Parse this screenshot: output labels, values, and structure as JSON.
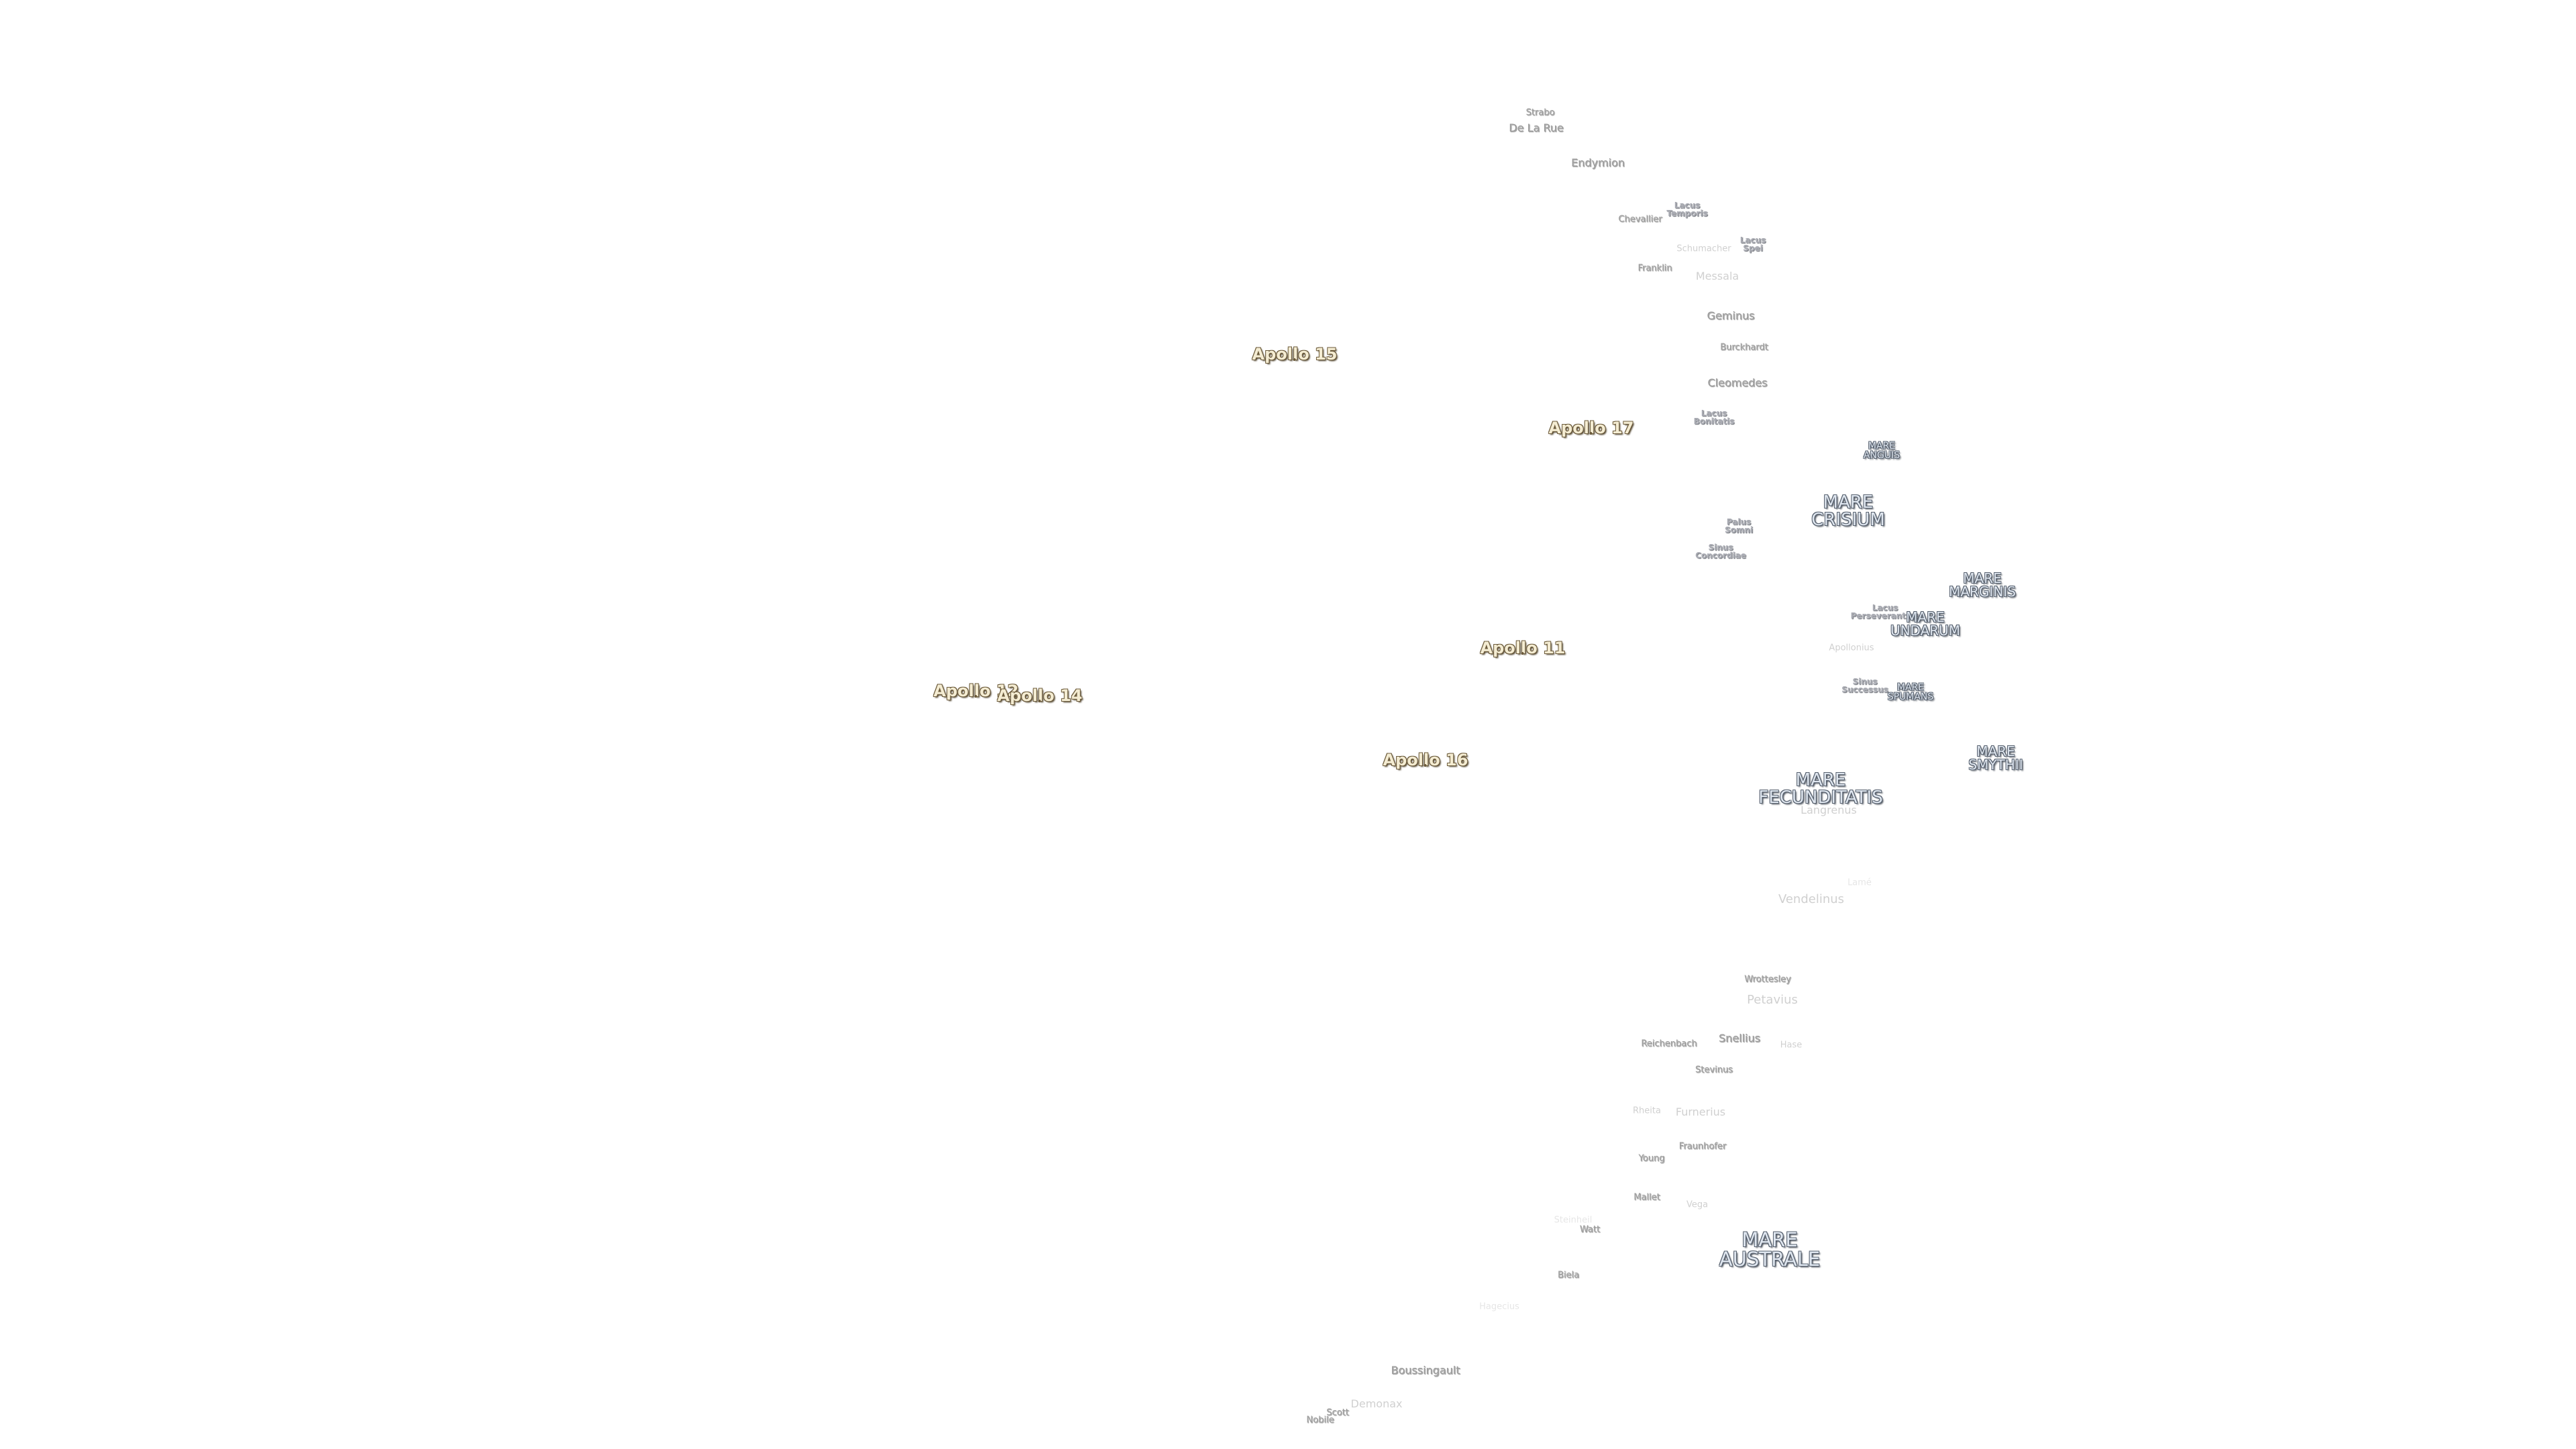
{
  "map": {
    "features": [
      {
        "name": "Strabo",
        "kind": "crater s"
      },
      {
        "name": "De La Rue",
        "kind": "crater"
      },
      {
        "name": "Endymion",
        "kind": "crater"
      },
      {
        "name": "Lacus\nTemporis",
        "kind": "lacus"
      },
      {
        "name": "Chevallier",
        "kind": "crater s"
      },
      {
        "name": "Lacus\nSpei",
        "kind": "lacus"
      },
      {
        "name": "Schumacher",
        "kind": "crater s dim"
      },
      {
        "name": "Franklin",
        "kind": "crater s"
      },
      {
        "name": "Messala",
        "kind": "crater dim"
      },
      {
        "name": "Geminus",
        "kind": "crater"
      },
      {
        "name": "Burckhardt",
        "kind": "crater s"
      },
      {
        "name": "Cleomedes",
        "kind": "crater"
      },
      {
        "name": "Lacus\nBonitatis",
        "kind": "lacus"
      },
      {
        "name": "MARE\nANGUIS",
        "kind": "mare s"
      },
      {
        "name": "MARE\nCRISIUM",
        "kind": "mare"
      },
      {
        "name": "Palus\nSomni",
        "kind": "lacus"
      },
      {
        "name": "Sinus\nConcordiae",
        "kind": "lacus"
      },
      {
        "name": "MARE\nMARGINIS",
        "kind": "mare m"
      },
      {
        "name": "Lacus\nPerseverantiae",
        "kind": "lacus"
      },
      {
        "name": "MARE\nUNDARUM",
        "kind": "mare m"
      },
      {
        "name": "Apollonius",
        "kind": "crater s dim"
      },
      {
        "name": "Sinus\nSuccessus",
        "kind": "lacus"
      },
      {
        "name": "MARE\nSPUMANS",
        "kind": "mare s"
      },
      {
        "name": "MARE\nSMYTHII",
        "kind": "mare m"
      },
      {
        "name": "MARE\nFECUNDITATIS",
        "kind": "mare"
      },
      {
        "name": "Langrenus",
        "kind": "crater dim"
      },
      {
        "name": "Lamé",
        "kind": "crater s faint"
      },
      {
        "name": "Vendelinus",
        "kind": "crater l dim"
      },
      {
        "name": "Wrottesley",
        "kind": "crater s"
      },
      {
        "name": "Petavius",
        "kind": "crater l dim"
      },
      {
        "name": "Reichenbach",
        "kind": "crater s"
      },
      {
        "name": "Snellius",
        "kind": "crater"
      },
      {
        "name": "Hase",
        "kind": "crater s dim"
      },
      {
        "name": "Stevinus",
        "kind": "crater s"
      },
      {
        "name": "Rheita",
        "kind": "crater s dim"
      },
      {
        "name": "Furnerius",
        "kind": "crater dim"
      },
      {
        "name": "Fraunhofer",
        "kind": "crater s"
      },
      {
        "name": "Young",
        "kind": "crater s"
      },
      {
        "name": "Mallet",
        "kind": "crater s"
      },
      {
        "name": "Vega",
        "kind": "crater s dim"
      },
      {
        "name": "Steinheil",
        "kind": "crater s faint"
      },
      {
        "name": "Watt",
        "kind": "crater s"
      },
      {
        "name": "MARE\nAUSTRALE",
        "kind": "mare xl"
      },
      {
        "name": "Biela",
        "kind": "crater s"
      },
      {
        "name": "Hagecius",
        "kind": "crater s faint"
      },
      {
        "name": "Boussingault",
        "kind": "crater"
      },
      {
        "name": "Demonax",
        "kind": "crater dim"
      },
      {
        "name": "Scott",
        "kind": "crater s"
      },
      {
        "name": "Nobile",
        "kind": "crater s"
      },
      {
        "name": "Apollo 15",
        "kind": "apollo"
      },
      {
        "name": "Apollo 17",
        "kind": "apollo"
      },
      {
        "name": "Apollo 11",
        "kind": "apollo"
      },
      {
        "name": "Apollo 12",
        "kind": "apollo"
      },
      {
        "name": "Apollo 14",
        "kind": "apollo"
      },
      {
        "name": "Apollo 16",
        "kind": "apollo"
      }
    ]
  }
}
